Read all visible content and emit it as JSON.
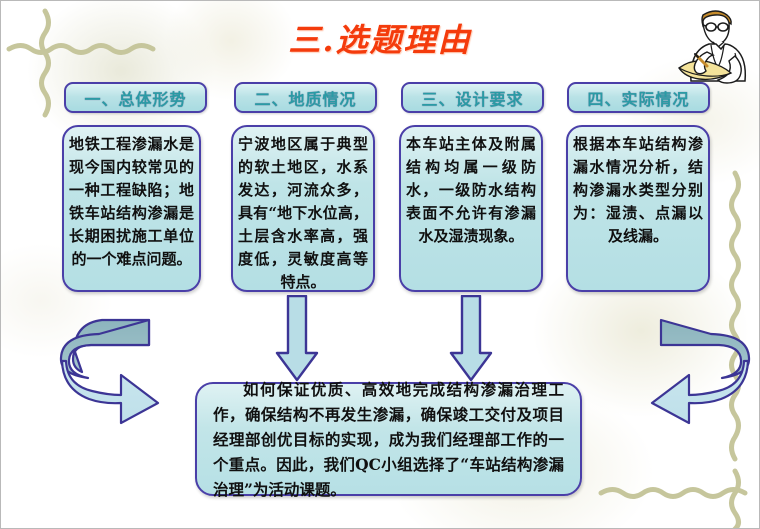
{
  "slide": {
    "title": "三.选题理由",
    "title_color": "#f43b0c",
    "accent_border": "#4a3fa8",
    "box_fill": "#bfe4e7",
    "header_text_color": "#2a9ba5",
    "deco_color": "#c4c49a"
  },
  "columns": [
    {
      "header": "一、总体形势",
      "body": "地铁工程渗漏水是现今国内较常见的一种工程缺陷；地铁车站结构渗漏是长期困扰施工单位的一个难点问题。"
    },
    {
      "header": "二、地质情况",
      "body": "宁波地区属于典型的软土地区，水系发达，河流众多，具有“地下水位高，土层含水率高，强度低，灵敏度高等特点。"
    },
    {
      "header": "三、设计要求",
      "body": "本车站主体及附属结构均属一级防水，一级防水结构表面不允许有渗漏水及湿渍现象。"
    },
    {
      "header": "四、实际情况",
      "body": "根据本车站结构渗漏水情况分析，结构渗漏水类型分别为：湿渍、点漏以及线漏。"
    }
  ],
  "summary": {
    "text": "如何保证优质、高效地完成结构渗漏治理工作，确保结构不再发生渗漏，确保竣工交付及项目经理部创优目标的实现，成为我们经理部工作的一个重点。因此，我们QC小组选择了“车站结构渗漏治理”为活动课题。"
  },
  "icons": {
    "engineer_clipart": "man-writing-clipart",
    "left_curved_arrow": "curved-arrow-right-icon",
    "right_curved_arrow": "curved-arrow-left-icon",
    "down_arrow": "arrow-down-icon",
    "corner_flourish": "wavy-cross-decoration"
  }
}
